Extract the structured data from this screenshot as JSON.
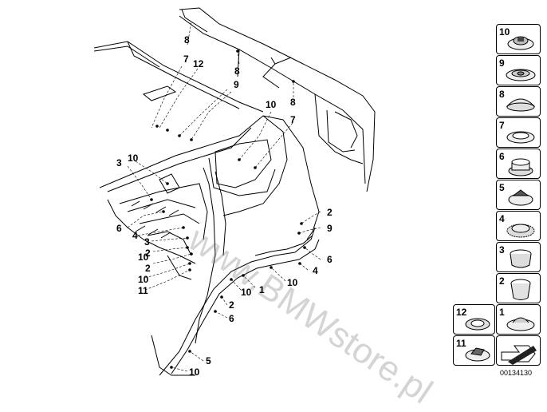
{
  "diagram_id": "00134130",
  "watermark": "www.BMWstore.pl",
  "callouts": [
    {
      "id": "c-8a",
      "text": "8"
    },
    {
      "id": "c-7a",
      "text": "7"
    },
    {
      "id": "c-12a",
      "text": "12"
    },
    {
      "id": "c-8b",
      "text": "8"
    },
    {
      "id": "c-9a",
      "text": "9"
    },
    {
      "id": "c-10a",
      "text": "10"
    },
    {
      "id": "c-8c",
      "text": "8"
    },
    {
      "id": "c-7b",
      "text": "7"
    },
    {
      "id": "c-3a",
      "text": "3"
    },
    {
      "id": "c-10b",
      "text": "10"
    },
    {
      "id": "c-6a",
      "text": "6"
    },
    {
      "id": "c-4a",
      "text": "4"
    },
    {
      "id": "c-3b",
      "text": "3"
    },
    {
      "id": "c-2a",
      "text": "2"
    },
    {
      "id": "c-10c",
      "text": "10"
    },
    {
      "id": "c-2b",
      "text": "2"
    },
    {
      "id": "c-10d",
      "text": "10"
    },
    {
      "id": "c-11a",
      "text": "11"
    },
    {
      "id": "c-2c",
      "text": "2"
    },
    {
      "id": "c-9b",
      "text": "9"
    },
    {
      "id": "c-6b",
      "text": "6"
    },
    {
      "id": "c-4b",
      "text": "4"
    },
    {
      "id": "c-10e",
      "text": "10"
    },
    {
      "id": "c-1a",
      "text": "1"
    },
    {
      "id": "c-10f",
      "text": "10"
    },
    {
      "id": "c-2d",
      "text": "2"
    },
    {
      "id": "c-6c",
      "text": "6"
    },
    {
      "id": "c-5a",
      "text": "5"
    },
    {
      "id": "c-10g",
      "text": "10"
    }
  ],
  "legend": [
    {
      "number": "10",
      "icon": "grommet-slotted-icon"
    },
    {
      "number": "9",
      "icon": "flat-ring-plug-icon"
    },
    {
      "number": "8",
      "icon": "dome-plug-icon"
    },
    {
      "number": "7",
      "icon": "flat-cap-plug-icon"
    },
    {
      "number": "6",
      "icon": "stepped-plug-icon"
    },
    {
      "number": "5",
      "icon": "split-grommet-icon"
    },
    {
      "number": "4",
      "icon": "ribbed-plug-icon"
    },
    {
      "number": "3",
      "icon": "cup-plug-icon"
    },
    {
      "number": "2",
      "icon": "deep-cup-plug-icon"
    },
    {
      "number": "1",
      "icon": "rubber-plug-icon"
    },
    {
      "number": "12",
      "icon": "ring-grommet-icon"
    },
    {
      "number": "11",
      "icon": "oval-grommet-icon"
    }
  ],
  "nav_arrow_icon": "next-page-arrow-icon"
}
